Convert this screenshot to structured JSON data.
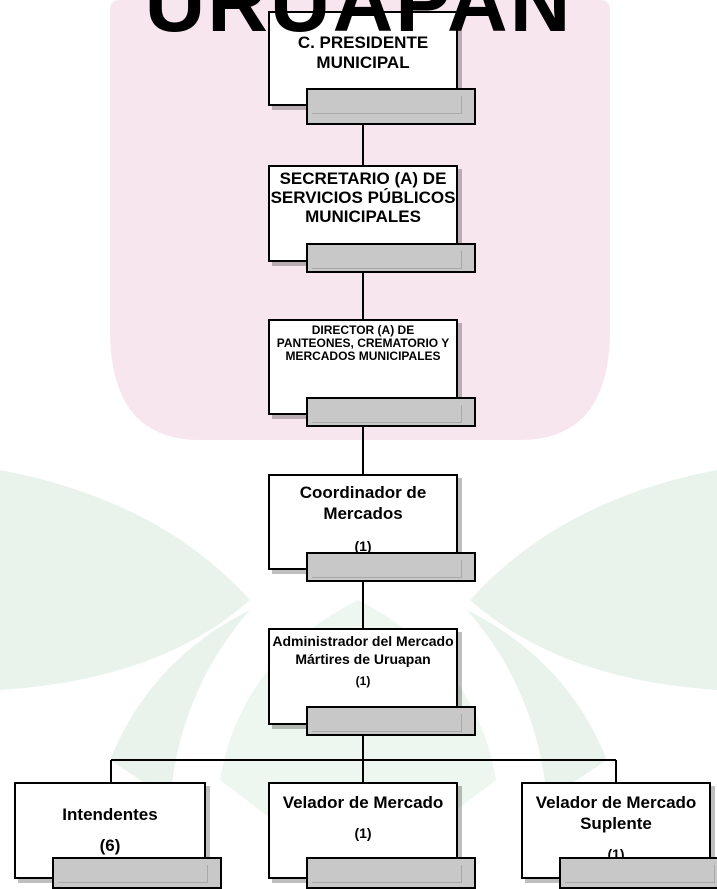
{
  "header": {
    "title": "URUAPAN"
  },
  "colors": {
    "watermark_pink": "#f7e6ee",
    "watermark_green": "#e9f3ec",
    "box_fill": "#ffffff",
    "tag_fill": "#c8c8c8"
  },
  "org_chart": {
    "presidente": {
      "title": "C. PRESIDENTE MUNICIPAL"
    },
    "secretario": {
      "title": "SECRETARIO (A) DE SERVICIOS PÚBLICOS MUNICIPALES"
    },
    "director": {
      "title": "DIRECTOR (A) DE PANTEONES, CREMATORIO Y MERCADOS MUNICIPALES"
    },
    "coordinador": {
      "title": "Coordinador de Mercados",
      "count": "(1)"
    },
    "administrador": {
      "title": "Administrador del Mercado Mártires de Uruapan",
      "count": "(1)"
    },
    "intendentes": {
      "title": "Intendentes",
      "count": "(6)"
    },
    "velador": {
      "title": "Velador de Mercado",
      "count": "(1)"
    },
    "velador_suplente": {
      "title": "Velador de Mercado Suplente",
      "count": "(1)"
    }
  }
}
